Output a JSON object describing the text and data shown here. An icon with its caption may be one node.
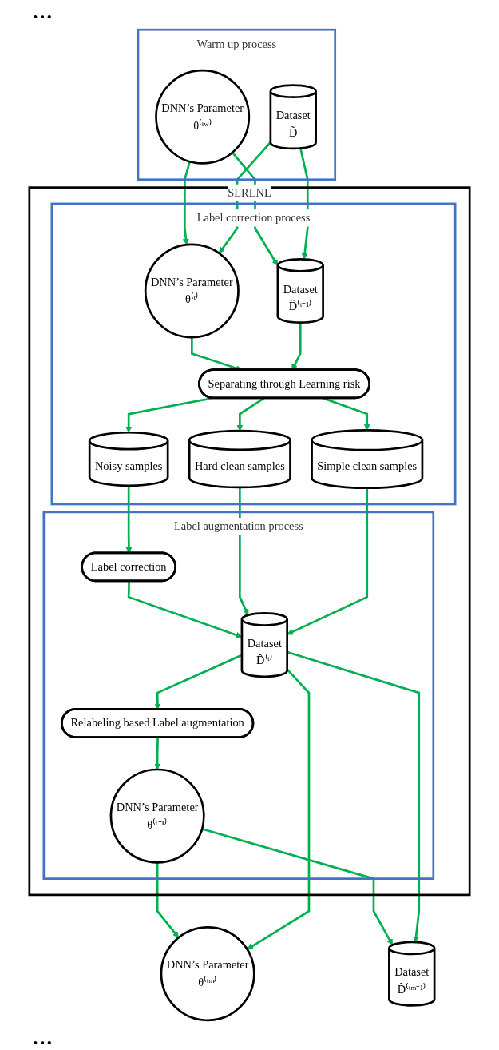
{
  "diagram": {
    "nodes": [
      {
        "text": [
          "Warm up process"
        ]
      },
      {
        "text": [
          "DNN’s Parameter",
          "θ⁽ᵗʷ⁾"
        ],
        "in": 0
      },
      {
        "text": [
          "Dataset",
          "D̃"
        ],
        "in": 0
      },
      {
        "text": [
          "SLRLNL"
        ]
      },
      {
        "text": [
          "Label correction process"
        ],
        "in": 3
      },
      {
        "text": [
          "DNN’s Parameter",
          "θ⁽ᵗ⁾"
        ],
        "in": 4
      },
      {
        "text": [
          "Dataset",
          "D̂⁽ᵗ⁻¹⁾"
        ],
        "in": 4
      },
      {
        "text": [
          "Separating through Learning risk"
        ],
        "in": 4
      },
      {
        "text": [
          "Noisy samples"
        ],
        "in": 4
      },
      {
        "text": [
          "Hard clean samples"
        ],
        "in": 4
      },
      {
        "text": [
          "Simple clean samples"
        ],
        "in": 4
      },
      {
        "text": [
          "Label augmentation process"
        ],
        "in": 3
      },
      {
        "text": [
          "Label correction"
        ],
        "in": 11
      },
      {
        "text": [
          "Relabeling based Label augmentation"
        ],
        "in": 11
      },
      {
        "text": [
          "Dataset",
          "D̂⁽ᵗ⁾"
        ],
        "in": 11
      },
      {
        "text": [
          "DNN’s Parameter",
          "θ⁽ᵗ⁺¹⁾"
        ],
        "in": 11
      },
      {
        "text": [
          "DNN’s Parameter",
          "θ⁽ᵗᵐ⁾"
        ]
      },
      {
        "text": [
          "Dataset",
          "D̂⁽ᵗᵐ⁻¹⁾"
        ]
      }
    ],
    "edges": [
      {
        "from": 1,
        "to": 5,
        "arrow": "to"
      },
      {
        "from": 1,
        "to": 6,
        "arrow": "to"
      },
      {
        "from": 2,
        "to": 5,
        "arrow": "to"
      },
      {
        "from": 2,
        "to": 6,
        "arrow": "to"
      },
      {
        "from": 5,
        "to": 7,
        "arrow": "to"
      },
      {
        "from": 6,
        "to": 7,
        "arrow": "to"
      },
      {
        "from": 7,
        "to": 8,
        "arrow": "to"
      },
      {
        "from": 7,
        "to": 9,
        "arrow": "to"
      },
      {
        "from": 7,
        "to": 10,
        "arrow": "to"
      },
      {
        "from": 8,
        "to": 12,
        "arrow": "to"
      },
      {
        "from": 12,
        "to": 14,
        "arrow": "to"
      },
      {
        "from": 9,
        "to": 14,
        "arrow": "to"
      },
      {
        "from": 10,
        "to": 14,
        "arrow": "to"
      },
      {
        "from": 14,
        "to": 13,
        "arrow": "to"
      },
      {
        "from": 13,
        "to": 15,
        "arrow": "to"
      },
      {
        "from": 15,
        "to": 16,
        "arrow": "to"
      },
      {
        "from": 15,
        "to": 17,
        "arrow": "to"
      },
      {
        "from": 14,
        "to": 16,
        "arrow": "to"
      },
      {
        "from": 14,
        "to": 17,
        "arrow": "to"
      }
    ],
    "labels": [
      "…",
      "…"
    ]
  }
}
